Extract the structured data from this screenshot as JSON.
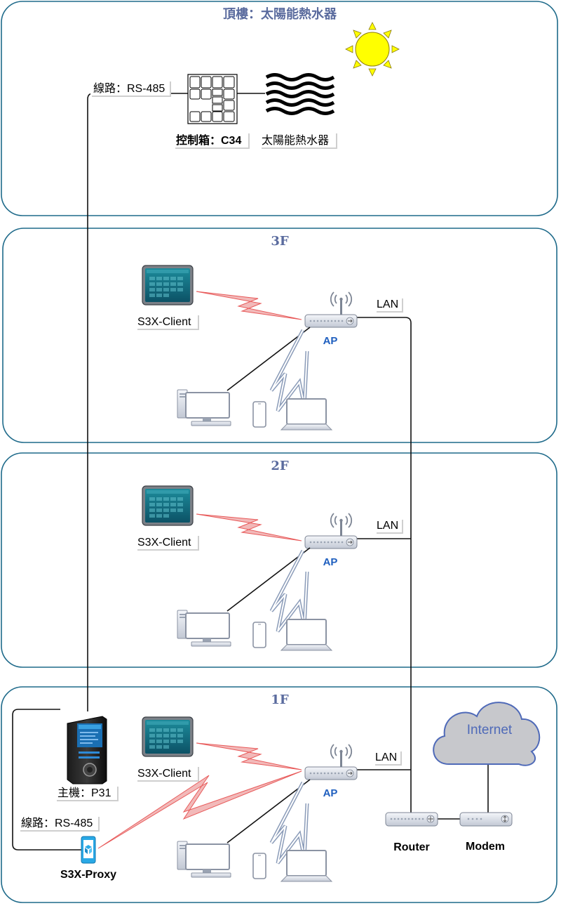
{
  "colors": {
    "panel_border": "#1e6a8a",
    "floor_title": "#5a6b9e",
    "ap_label": "#1f5fbf",
    "wireless_link": "#e85a5a",
    "wifi_signal": "#8a9bb8",
    "device_gray": "#c9ced9",
    "cloud": "#c7c8cc",
    "sun": "#ffff00"
  },
  "rooftop": {
    "title": "頂樓：太陽能熱水器",
    "line_label": "線路：RS-485",
    "control_box_label": "控制箱：C34",
    "heater_label": "太陽能熱水器",
    "icons": [
      "control-box-icon",
      "water-heater-icon",
      "sun-icon"
    ]
  },
  "floors": [
    {
      "title": "3F",
      "client_label": "S3X-Client",
      "ap_label": "AP",
      "lan_label": "LAN"
    },
    {
      "title": "2F",
      "client_label": "S3X-Client",
      "ap_label": "AP",
      "lan_label": "LAN"
    },
    {
      "title": "1F",
      "client_label": "S3X-Client",
      "ap_label": "AP",
      "lan_label": "LAN"
    }
  ],
  "ground": {
    "host_label": "主機：P31",
    "line_label": "線路：RS-485",
    "proxy_label": "S3X-Proxy",
    "router_label": "Router",
    "modem_label": "Modem",
    "internet_label": "Internet"
  }
}
